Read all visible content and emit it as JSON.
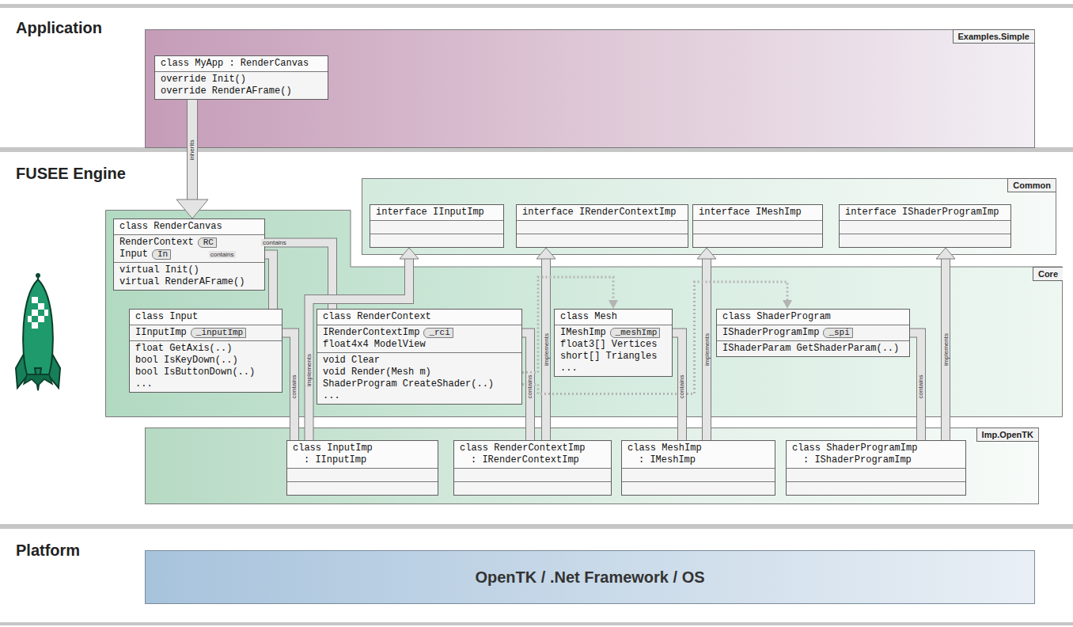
{
  "diagram": {
    "nodes": [
      {
        "text": [
          "Examples.Simple"
        ]
      },
      {
        "text": [
          "class MyApp : RenderCanvas",
          "override Init()",
          "override RenderAFrame()"
        ],
        "in": 0
      },
      {
        "text": [
          "Common"
        ]
      },
      {
        "text": [
          "interface IInputImp"
        ],
        "in": 2
      },
      {
        "text": [
          "interface IRenderContextImp"
        ],
        "in": 2
      },
      {
        "text": [
          "interface IMeshImp"
        ],
        "in": 2
      },
      {
        "text": [
          "interface IShaderProgramImp"
        ],
        "in": 2
      },
      {
        "text": [
          "Core"
        ]
      },
      {
        "text": [
          "class RenderCanvas",
          "RenderContext",
          "Input",
          "virtual Init()",
          "virtual RenderAFrame()"
        ],
        "in": 7
      },
      {
        "text": [
          "class Input",
          "IInputImp",
          "float GetAxis(..)",
          "bool IsKeyDown(..)",
          "bool IsButtonDown(..)",
          "..."
        ],
        "in": 7
      },
      {
        "text": [
          "class RenderContext",
          "IRenderContextImp",
          "float4x4 ModelView",
          "void Clear",
          "void Render(Mesh m)",
          "ShaderProgram CreateShader(..)",
          "..."
        ],
        "in": 7
      },
      {
        "text": [
          "class Mesh",
          "IMeshImp",
          "float3[] Vertices",
          "short[] Triangles",
          "..."
        ],
        "in": 7
      },
      {
        "text": [
          "class ShaderProgram",
          "IShaderProgramImp",
          "IShaderParam GetShaderParam(..)"
        ],
        "in": 7
      },
      {
        "text": [
          "Imp.OpenTK"
        ]
      },
      {
        "text": [
          "class InputImp",
          ": IInputImp"
        ],
        "in": 13
      },
      {
        "text": [
          "class RenderContextImp",
          ": IRenderContextImp"
        ],
        "in": 13
      },
      {
        "text": [
          "class MeshImp",
          ": IMeshImp"
        ],
        "in": 13
      },
      {
        "text": [
          "class ShaderProgramImp",
          ": IShaderProgramImp"
        ],
        "in": 13
      },
      {
        "text": [
          "OpenTK / .Net Framework / OS"
        ]
      }
    ],
    "edges": [
      {
        "from": 1,
        "to": 8,
        "arrow": "to",
        "label": "inherits"
      },
      {
        "from": 8,
        "to": 10,
        "arrow": "none",
        "label": "contains"
      },
      {
        "from": 8,
        "to": 9,
        "arrow": "none",
        "label": "contains"
      },
      {
        "from": 9,
        "to": 14,
        "arrow": "none",
        "label": "contains"
      },
      {
        "from": 10,
        "to": 15,
        "arrow": "none",
        "label": "contains"
      },
      {
        "from": 11,
        "to": 16,
        "arrow": "none",
        "label": "contains"
      },
      {
        "from": 12,
        "to": 17,
        "arrow": "none",
        "label": "contains"
      },
      {
        "from": 14,
        "to": 3,
        "arrow": "to",
        "label": "implements"
      },
      {
        "from": 15,
        "to": 4,
        "arrow": "to",
        "label": "implements"
      },
      {
        "from": 16,
        "to": 5,
        "arrow": "to",
        "label": "implements"
      },
      {
        "from": 17,
        "to": 6,
        "arrow": "to",
        "label": "implements"
      },
      {
        "from": 10,
        "to": 11,
        "arrow": "to"
      },
      {
        "from": 10,
        "to": 12,
        "arrow": "to"
      }
    ],
    "labels": [
      "Application",
      "FUSEE Engine",
      "Platform",
      "RC",
      "In",
      "_inputImp",
      "_rci",
      "_meshImp",
      "_spi"
    ]
  }
}
